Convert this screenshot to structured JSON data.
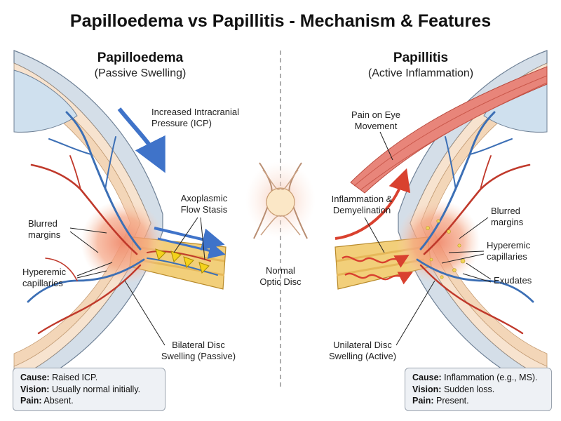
{
  "title": "Papilloedema vs Papillitis - Mechanism & Features",
  "left": {
    "title": "Papilloedema",
    "subtitle": "(Passive Swelling)",
    "labels": {
      "icp_line1": "Increased Intracranial",
      "icp_line2": "Pressure (ICP)",
      "axo_line1": "Axoplasmic",
      "axo_line2": "Flow Stasis",
      "blur_line1": "Blurred",
      "blur_line2": "margins",
      "hyper_line1": "Hyperemic",
      "hyper_line2": "capillaries",
      "bilat_line1": "Bilateral Disc",
      "bilat_line2": "Swelling (Passive)"
    },
    "info": {
      "cause_key": "Cause:",
      "cause_val": "Raised ICP.",
      "vision_key": "Vision:",
      "vision_val": "Usually normal initially.",
      "pain_key": "Pain:",
      "pain_val": "Absent."
    }
  },
  "center": {
    "label_line1": "Normal",
    "label_line2": "Optic Disc"
  },
  "right": {
    "title": "Papillitis",
    "subtitle": "(Active Inflammation)",
    "labels": {
      "pain_line1": "Pain on Eye",
      "pain_line2": "Movement",
      "infl_line1": "Inflammation &",
      "infl_line2": "Demyelination",
      "blur_line1": "Blurred",
      "blur_line2": "margins",
      "hyper_line1": "Hyperemic",
      "hyper_line2": "capillaries",
      "exudates": "Exudates",
      "unilat_line1": "Unilateral Disc",
      "unilat_line2": "Swelling (Active)"
    },
    "info": {
      "cause_key": "Cause:",
      "cause_val": "Inflammation (e.g., MS).",
      "vision_key": "Vision:",
      "vision_val": "Sudden loss.",
      "pain_key": "Pain:",
      "pain_val": "Present."
    }
  },
  "colors": {
    "sclera": "#d4dee8",
    "retina": "#f3d6b8",
    "nerve": "#f2cf7a",
    "artery": "#c0392b",
    "vein": "#3c6fb5",
    "pressure_arrow": "#3f73c9",
    "inflammation": "#e05a4a",
    "flow_marker": "#f4d21c",
    "info_bg": "#eef1f5"
  }
}
